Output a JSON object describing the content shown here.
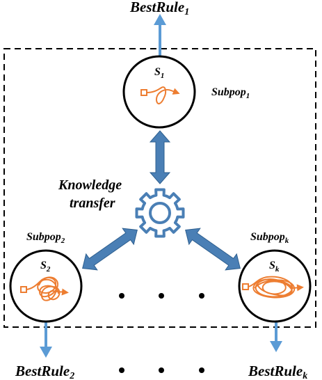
{
  "labels": {
    "best_rule_1": "BestRule",
    "best_rule_1_sub": "1",
    "best_rule_2": "BestRule",
    "best_rule_2_sub": "2",
    "best_rule_k": "BestRule",
    "best_rule_k_sub": "k",
    "subpop_1": "Subpop",
    "subpop_1_sub": "1",
    "subpop_2": "Subpop",
    "subpop_2_sub": "2",
    "subpop_k": "Subpop",
    "subpop_k_sub": "k",
    "s_1": "S",
    "s_1_sub": "1",
    "s_2": "S",
    "s_2_sub": "2",
    "s_k": "S",
    "s_k_sub": "k",
    "knowledge_line1": "Knowledge",
    "knowledge_line2": "transfer"
  },
  "colors": {
    "arrow_light": "#5b9bd5",
    "arrow_dark": "#4a7fb5",
    "gear": "#4a7fb5",
    "trajectory": "#ed7d31",
    "box_border": "#000000"
  }
}
